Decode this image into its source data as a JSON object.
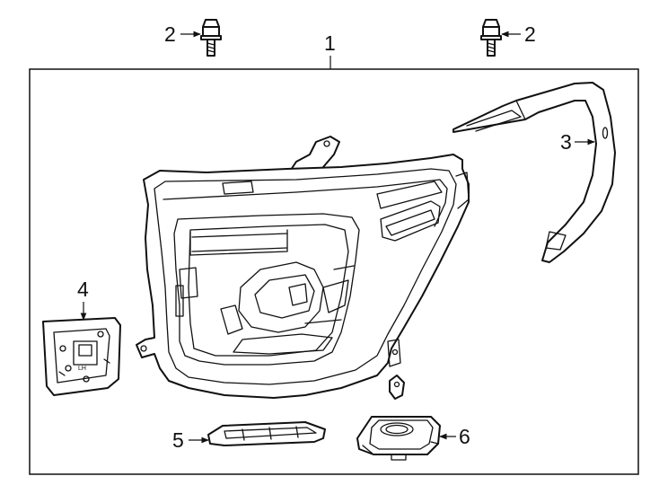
{
  "callouts": {
    "c1": "1",
    "c2a": "2",
    "c2b": "2",
    "c3": "3",
    "c4": "4",
    "c5": "5",
    "c6": "6"
  },
  "bracket_stamp": "LH"
}
